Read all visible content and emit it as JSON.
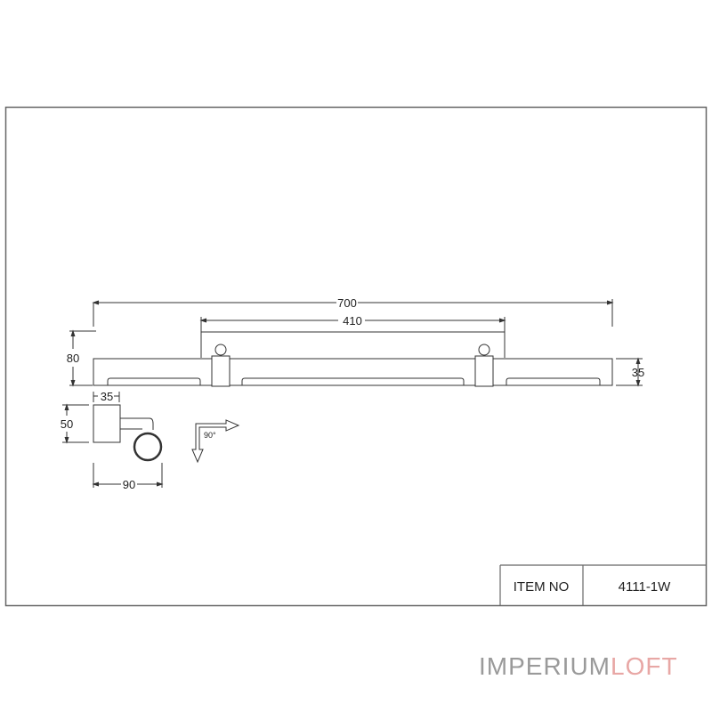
{
  "drawing": {
    "type": "technical-dimension-drawing",
    "front_view": {
      "dimensions": {
        "total_length": "700",
        "bracket_span": "410",
        "total_height": "80",
        "bar_height": "35"
      }
    },
    "side_view": {
      "dimensions": {
        "base_width": "35",
        "base_height": "50",
        "total_depth": "90"
      }
    },
    "rotation_indicator": {
      "label": "90°",
      "icon": "rotation-arrow-icon"
    },
    "title_block": {
      "item_no_label": "ITEM NO",
      "item_no_value": "4111-1W"
    }
  },
  "brand": {
    "part1": "IMPERIUM",
    "part2": "LOFT",
    "colors": {
      "part1": "#9a9a9a",
      "part2": "#e8a7a5"
    }
  },
  "colors": {
    "line": "#333333",
    "frame": "#666666",
    "background": "#ffffff"
  }
}
